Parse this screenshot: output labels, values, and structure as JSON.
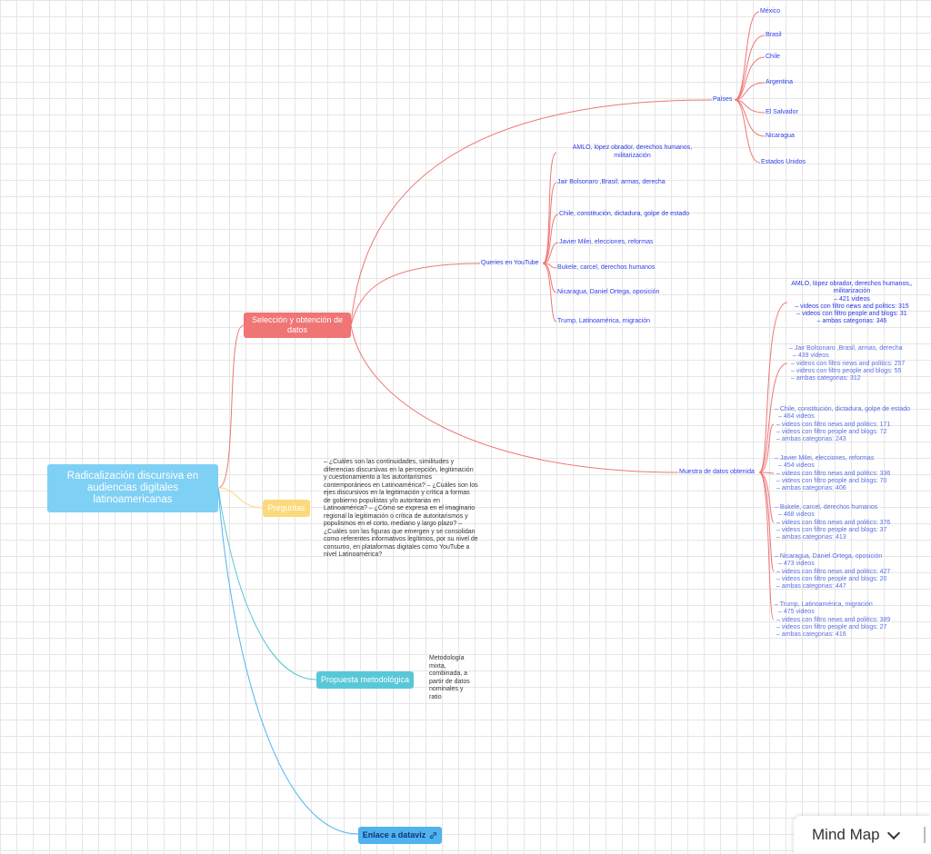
{
  "root": {
    "label": "Radicalización discursiva en audiencias digitales latinoamericanas"
  },
  "seleccion": {
    "label": "Selección y obtención de datos",
    "paises": {
      "label": "Países",
      "items": [
        "México",
        "Brasil",
        "Chile",
        "Argentina",
        "El Salvador",
        "Nicaragua",
        "Estados Unidos"
      ]
    },
    "queries": {
      "label": "Queries en YouTube",
      "items": [
        "AMLO, lópez obrador, derechos humanos, militarización",
        "Jair Bolsonaro ,Brasil, armas, derecha",
        "Chile, constitución, dictadura, golpe de estado",
        "Javier Milei, elecciones, reformas",
        "Bukele, carcel, derechos humanos",
        "Nicaragua, Daniel Ortega, oposición",
        "Trump, Latinoamérica, migración"
      ]
    },
    "muestra": {
      "label": "Muestra de datos obtenida",
      "items": [
        [
          "AMLO, lópez obrador, derechos humanos,, militarización",
          "– 421 videos",
          "– videos con filtro news and politics: 315",
          "– videos con filtro people and blogs: 31",
          "– ambas categorias: 346"
        ],
        [
          "– Jair Bolsonaro ,Brasil, armas, derecha",
          "– 439 videos",
          "– videos con filtro news and politics: 257",
          "– videos con filtro people and blogs: 55",
          "– ambas categorias: 312"
        ],
        [
          "– Chile, constitución, dictadura, golpe de estado",
          "– 464 videos",
          "– videos con filtro news and politics: 171",
          "– videos con filtro people and blogs: 72",
          "– ambas categorias: 243"
        ],
        [
          "– Javier Milei, elecciones, reformas",
          "– 454 videos",
          "– videos con filtro news and politics: 336",
          "– videos con filtro people and blogs: 70",
          "– ambas categorias: 406"
        ],
        [
          "– Bukele, carcel, derechos humanos",
          "– 468 videos",
          "– videos con filtro news and politics: 376",
          "– videos con filtro people and blogs: 37",
          "– ambas categorias: 413"
        ],
        [
          "– Nicaragua, Daniel Ortega, oposición",
          "– 473 videos",
          "– videos con filtro news and politics: 427",
          "– videos con filtro people and blogs: 20",
          "– ambas categorias: 447"
        ],
        [
          "– Trump, Latinoamérica, migración",
          "– 475 videos",
          "– videos con filtro news and politics: 389",
          "– videos con filtro people and blogs: 27",
          "– ambas categorias: 416"
        ]
      ]
    }
  },
  "preguntas": {
    "label": "Preguntas",
    "text": "– ¿Cuáles son las continuidades, similitudes y diferencias discursivas en la percepción, legitimación y cuestionamiento a los autoritarismos contemporáneos en Latinoamérica? – ¿Cuáles son los ejes discursivos en la legitimación y crítica a formas de gobierno populistas y/o autoritarias en Latinoamérica? – ¿Cómo se expresa en el imaginario regional la legitimación o crítica de autoritarismos y populismos en el corto, mediano y largo plazo? – ¿Cuáles son las figuras que emergen y se consolidan como referentes informativos legítimos, por su nivel de consumo, en plataformas digitales como YouTube a nivel Latinoamérica?"
  },
  "propuesta": {
    "label": "Propuesta metodológica",
    "text": "Metodología mixta, combinada, a partir de datos nominales y ratio"
  },
  "enlace": {
    "label": "Enlace a dataviz",
    "icon": "link-icon"
  },
  "mindmap": {
    "label": "Mind Map",
    "icon": "chevron-down-icon"
  },
  "colors": {
    "root": "#7fd0f5",
    "seleccion": "#f07575",
    "preguntas": "#fcd97c",
    "propuesta": "#58c8d8",
    "enlace": "#4fb3f0"
  }
}
